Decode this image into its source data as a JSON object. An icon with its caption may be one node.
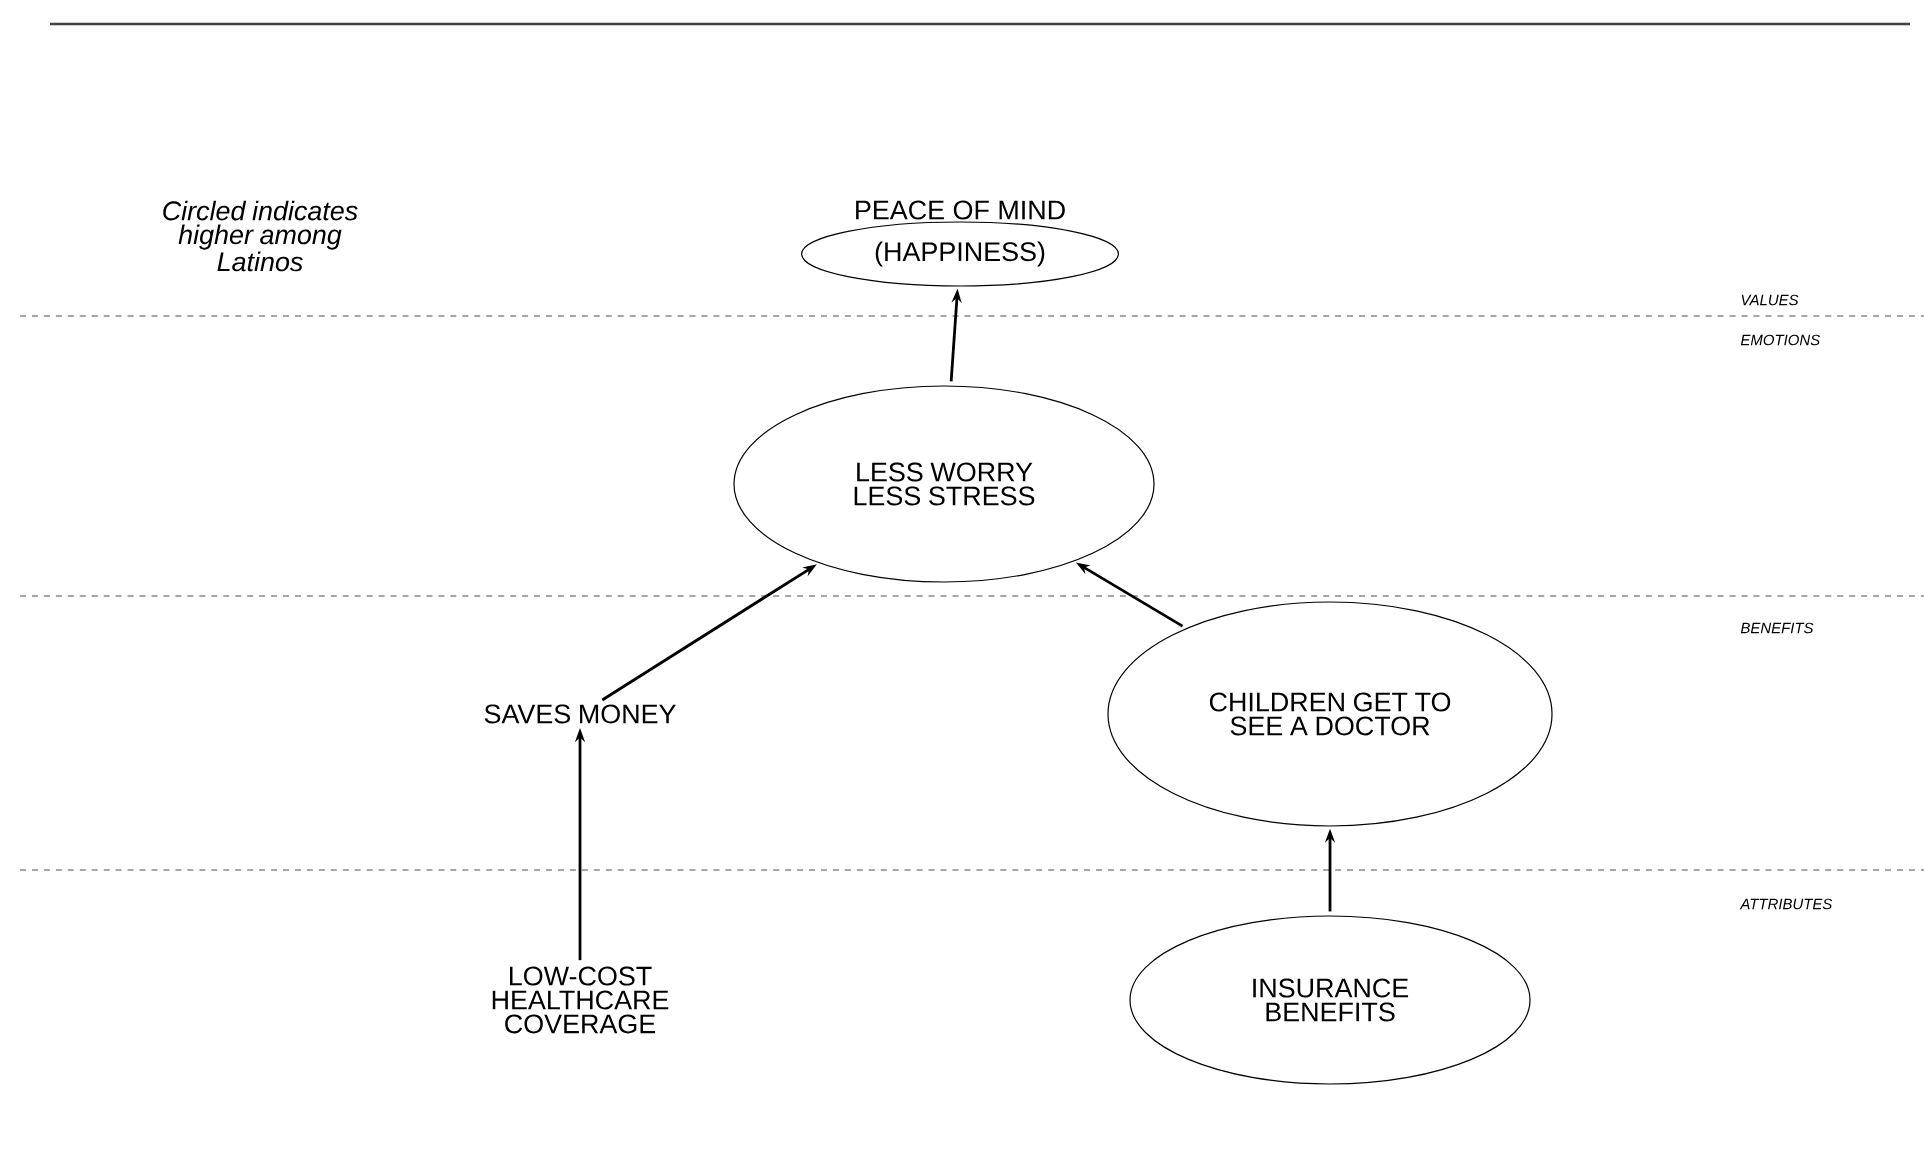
{
  "diagram": {
    "nodes": [
      {
        "text": [
          "PEACE OF MIND",
          "(HAPPINESS)"
        ]
      },
      {
        "text": [
          "LESS WORRY LESS STRESS"
        ]
      },
      {
        "text": [
          "SAVES MONEY"
        ]
      },
      {
        "text": [
          "CHILDREN GET TO SEE A DOCTOR"
        ]
      },
      {
        "text": [
          "LOW-COST HEALTHCARE COVERAGE"
        ]
      },
      {
        "text": [
          "INSURANCE BENEFITS"
        ]
      }
    ],
    "edges": [
      {
        "from": 1,
        "to": 0,
        "arrow": "to"
      },
      {
        "from": 2,
        "to": 1,
        "arrow": "to"
      },
      {
        "from": 3,
        "to": 1,
        "arrow": "to"
      },
      {
        "from": 4,
        "to": 2,
        "arrow": "to"
      },
      {
        "from": 5,
        "to": 3,
        "arrow": "to"
      }
    ],
    "labels": [
      "Circled indicates higher among Latinos",
      "VALUES",
      "EMOTIONS",
      "BENEFITS",
      "ATTRIBUTES"
    ]
  }
}
